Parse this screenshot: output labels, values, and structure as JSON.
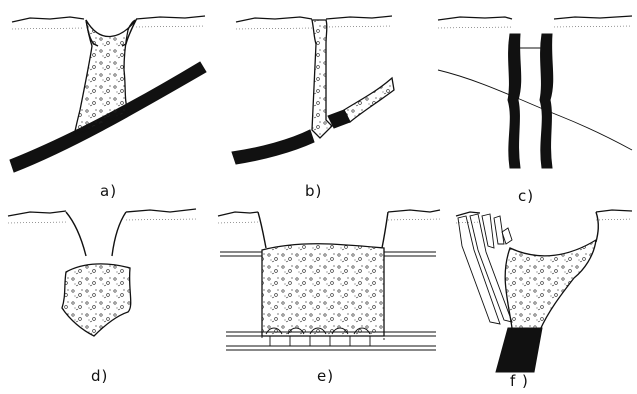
{
  "panels": [
    {
      "id": "a",
      "label": "a)"
    },
    {
      "id": "b",
      "label": "b)"
    },
    {
      "id": "c",
      "label": "c)"
    },
    {
      "id": "d",
      "label": "d)"
    },
    {
      "id": "e",
      "label": "e)"
    },
    {
      "id": "f",
      "label": "f )"
    }
  ],
  "colors": {
    "ink": "#111111",
    "paper": "#ffffff"
  }
}
